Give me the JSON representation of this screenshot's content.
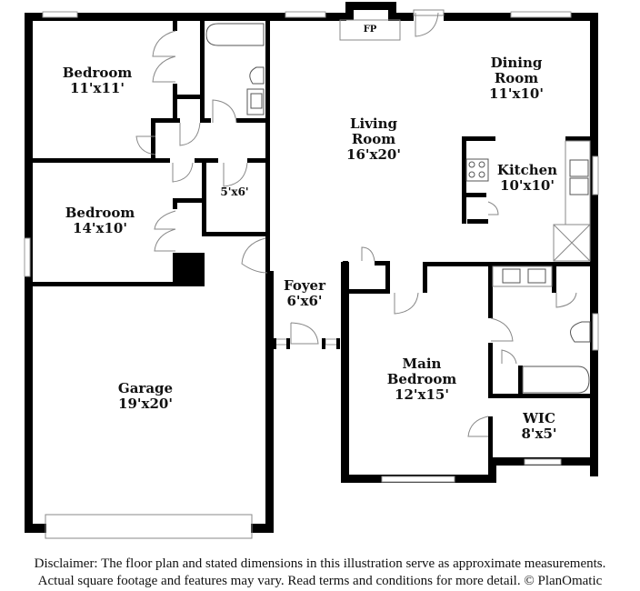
{
  "floorplan": {
    "rooms": [
      {
        "id": "bedroom-1",
        "name": "Bedroom",
        "dims": "11'x11'"
      },
      {
        "id": "bedroom-2",
        "name": "Bedroom",
        "dims": "14'x10'"
      },
      {
        "id": "hall-closet",
        "name": "",
        "dims": "5'x6'"
      },
      {
        "id": "living-room",
        "name": "Living Room",
        "line1": "Living",
        "line2": "Room",
        "dims": "16'x20'"
      },
      {
        "id": "dining-room",
        "name": "Dining Room",
        "line1": "Dining",
        "line2": "Room",
        "dims": "11'x10'"
      },
      {
        "id": "kitchen",
        "name": "Kitchen",
        "dims": "10'x10'"
      },
      {
        "id": "foyer",
        "name": "Foyer",
        "dims": "6'x6'"
      },
      {
        "id": "main-bedroom",
        "name": "Main Bedroom",
        "line1": "Main",
        "line2": "Bedroom",
        "dims": "12'x15'"
      },
      {
        "id": "wic",
        "name": "WIC",
        "dims": "8'x5'"
      },
      {
        "id": "garage",
        "name": "Garage",
        "dims": "19'x20'"
      }
    ],
    "fixtures": {
      "fireplace": "FP"
    }
  },
  "disclaimer": {
    "line1": "Disclaimer: The floor plan and stated dimensions in this illustration serve as approximate measurements.",
    "line2": "Actual square footage and features may vary. Read terms and conditions for more detail. © PlanOmatic"
  }
}
